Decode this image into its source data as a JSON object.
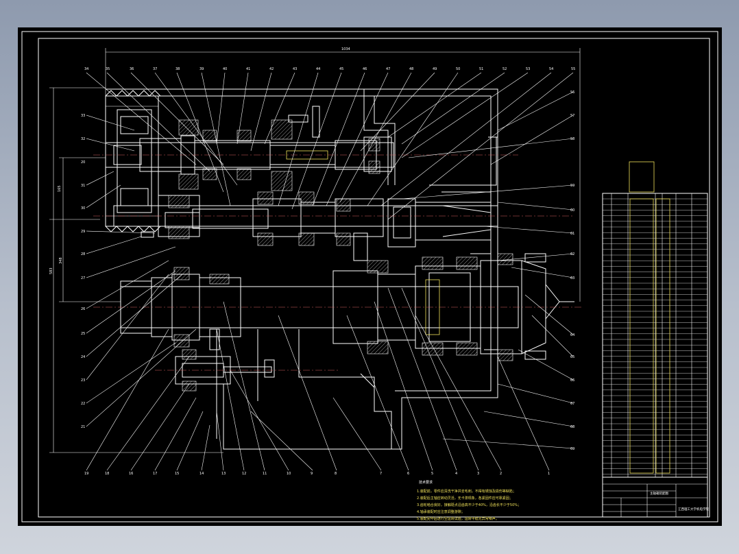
{
  "drawing": {
    "overall_dim": "1034",
    "left_dims": [
      "165",
      "348",
      "583"
    ],
    "balloons_top": [
      "34",
      "35",
      "36",
      "37",
      "38",
      "39",
      "40",
      "41",
      "42",
      "43",
      "44",
      "45",
      "46",
      "47",
      "48",
      "49",
      "50",
      "51",
      "52",
      "53",
      "54",
      "55"
    ],
    "balloons_bottom": [
      "19",
      "18",
      "16",
      "17",
      "15",
      "14",
      "13",
      "12",
      "11",
      "10",
      "9",
      "8",
      "7",
      "6",
      "5",
      "4",
      "3",
      "2",
      "1"
    ],
    "balloons_left": [
      "33",
      "32",
      "31",
      "30",
      "29",
      "28",
      "27",
      "26",
      "25",
      "24",
      "23",
      "22",
      "21",
      "20"
    ],
    "balloons_right": [
      "56",
      "57",
      "58",
      "59",
      "60",
      "61",
      "62",
      "63",
      "64",
      "65",
      "66",
      "67",
      "68",
      "69"
    ]
  },
  "notes": {
    "title": "技术要求",
    "lines": [
      "1.装配前，零件应清洗干净并去毛刺，不得有锈蚀及损伤等缺陷；",
      "2.装配后主轴应转动灵活，无卡滞现象，各紧固件应可靠紧固；",
      "3.齿轮啮合良好，接触斑点沿齿高不少于40%，沿齿长不少于50%；",
      "4.轴承装配时应注意调整游隙；",
      "5.装配完毕后进行空运转试验，运转平稳无异常噪声。"
    ]
  },
  "title_block": {
    "drawing_name": "主轴箱装配图",
    "school": "江西理工大学机电学院"
  },
  "colors": {
    "sheet": "#000000",
    "line": "#ffffff",
    "accent": "#f2e35a",
    "center": "#d86060"
  }
}
